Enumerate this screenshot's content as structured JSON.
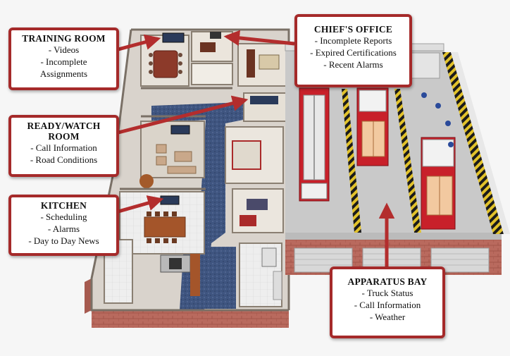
{
  "callouts": {
    "training_room": {
      "title": "TRAINING ROOM",
      "items": [
        "- Videos",
        "- Incomplete",
        "Assignments"
      ]
    },
    "chiefs_office": {
      "title": "CHIEF'S OFFICE",
      "items": [
        "- Incomplete Reports",
        "- Expired Certifications",
        "- Recent Alarms"
      ]
    },
    "ready_watch_room": {
      "title_line1": "READY/WATCH",
      "title_line2": "ROOM",
      "items": [
        "- Call Information",
        "- Road Conditions"
      ]
    },
    "kitchen": {
      "title": "KITCHEN",
      "items": [
        "- Scheduling",
        "- Alarms",
        "- Day to Day News"
      ]
    },
    "apparatus_bay": {
      "title": "APPARATUS BAY",
      "items": [
        "- Truck Status",
        "- Call Information",
        "- Weather"
      ]
    }
  },
  "colors": {
    "callout_border": "#a52a2a",
    "arrow": "#b32d2d",
    "truck_red": "#c8202a",
    "floor_blue": "#3b4f78",
    "brick": "#b5655a"
  }
}
